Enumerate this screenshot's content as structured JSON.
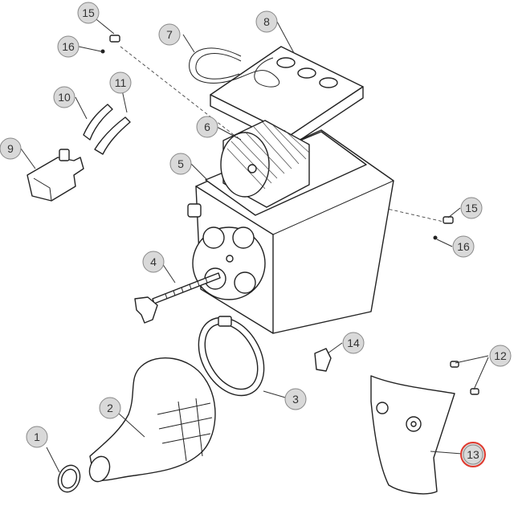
{
  "diagram": {
    "highlight_color": "#e03a2f",
    "bubble_fill": "#d9d9d9",
    "callouts": [
      {
        "id": "c1",
        "label": "1"
      },
      {
        "id": "c2",
        "label": "2"
      },
      {
        "id": "c3",
        "label": "3"
      },
      {
        "id": "c4",
        "label": "4"
      },
      {
        "id": "c5",
        "label": "5"
      },
      {
        "id": "c6",
        "label": "6"
      },
      {
        "id": "c7",
        "label": "7"
      },
      {
        "id": "c8",
        "label": "8"
      },
      {
        "id": "c9",
        "label": "9"
      },
      {
        "id": "c10",
        "label": "10"
      },
      {
        "id": "c11",
        "label": "11"
      },
      {
        "id": "c12",
        "label": "12"
      },
      {
        "id": "c13",
        "label": "13",
        "highlighted": true
      },
      {
        "id": "c14",
        "label": "14"
      },
      {
        "id": "c15a",
        "label": "15"
      },
      {
        "id": "c15b",
        "label": "15"
      },
      {
        "id": "c16a",
        "label": "16"
      },
      {
        "id": "c16b",
        "label": "16"
      }
    ]
  }
}
